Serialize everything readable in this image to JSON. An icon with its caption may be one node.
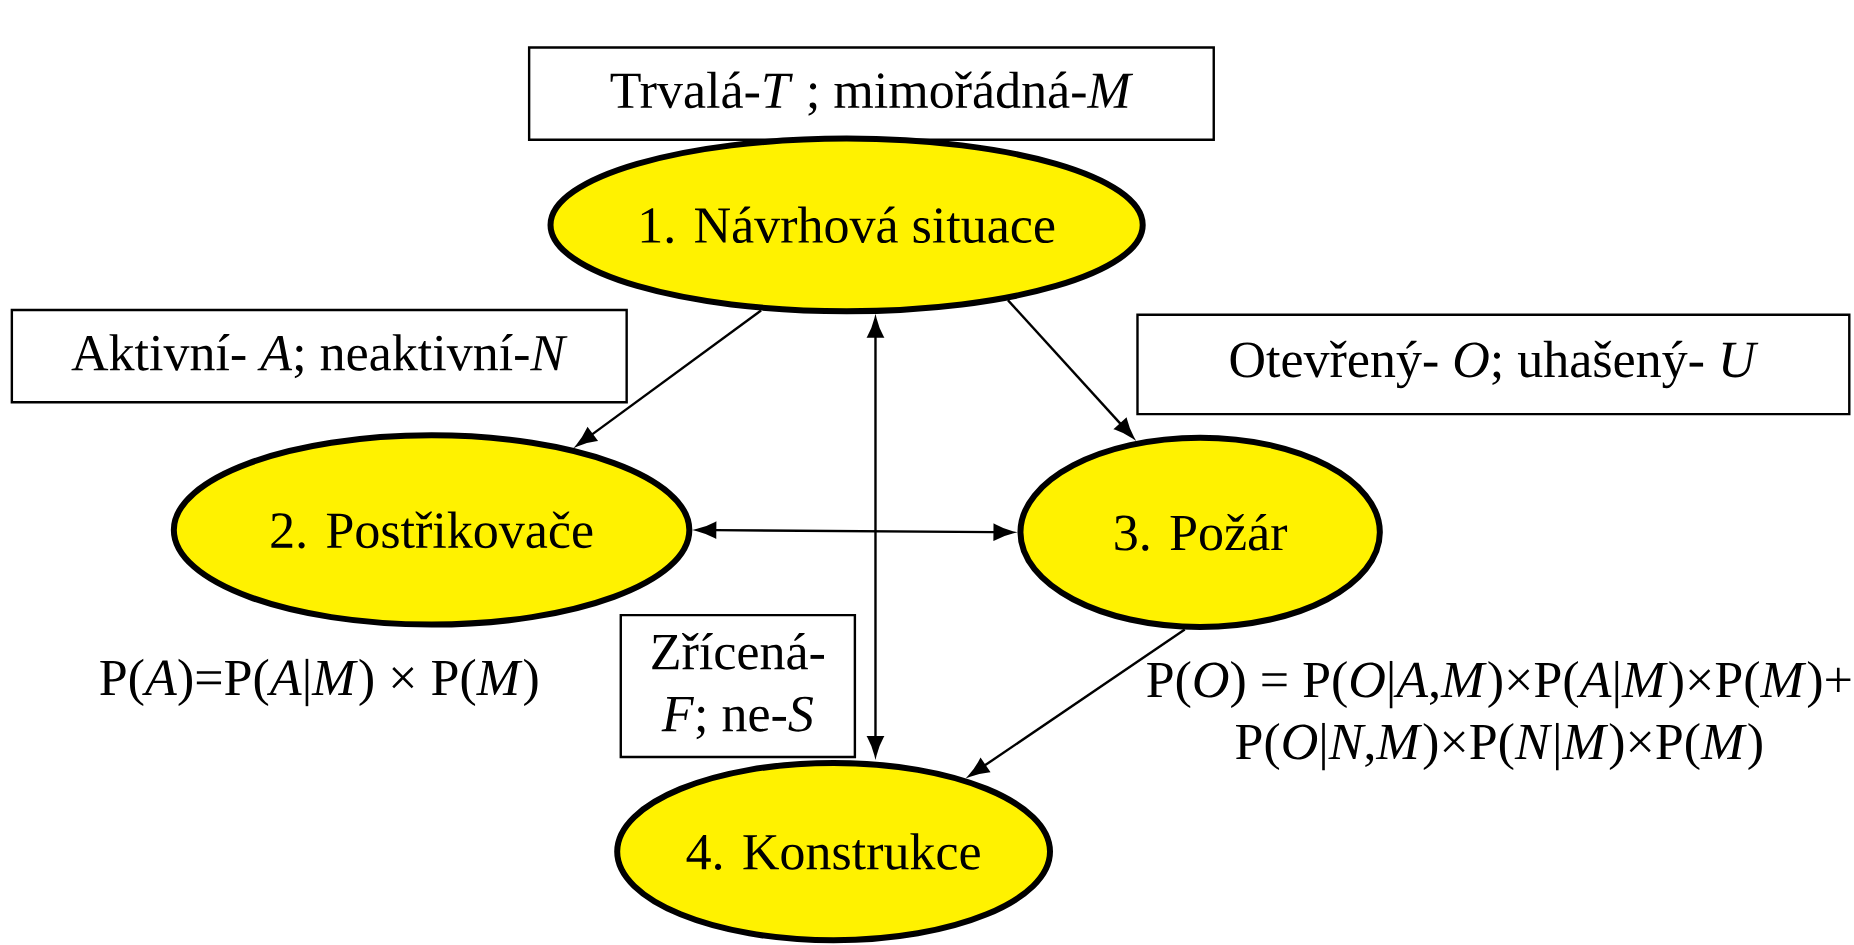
{
  "diagram": {
    "nodes": [
      {
        "text": [
          "Trvalá-*T* ; mimořádná-*M*"
        ]
      },
      {
        "text": [
          "1. Návrhová situace"
        ]
      },
      {
        "text": [
          "Aktivní- *A*; neaktivní-*N*"
        ]
      },
      {
        "text": [
          "Otevřený- *O*; uhašený- *U*"
        ]
      },
      {
        "text": [
          "2. Postřikovače"
        ]
      },
      {
        "text": [
          "3. Požár"
        ]
      },
      {
        "text": [
          "Zřícená-*F*; ne-*S*"
        ]
      },
      {
        "text": [
          "4. Konstrukce"
        ]
      }
    ],
    "edges": [
      {
        "from": 1,
        "to": 4,
        "arrow": "to"
      },
      {
        "from": 1,
        "to": 5,
        "arrow": "to"
      },
      {
        "from": 4,
        "to": 5,
        "arrow": "both"
      },
      {
        "from": 1,
        "to": 7,
        "arrow": "both"
      },
      {
        "from": 5,
        "to": 7,
        "arrow": "to"
      }
    ],
    "labels": [
      "P(*A*)=P(*A*|*M*) × P(*M*)",
      "P(*O*) = P(*O*|*A*,*M*)×P(*A*|*M*)×P(*M*)+ P(*O*|*N*,*M*)×P(*N*|*M*)×P(*M*)"
    ]
  }
}
